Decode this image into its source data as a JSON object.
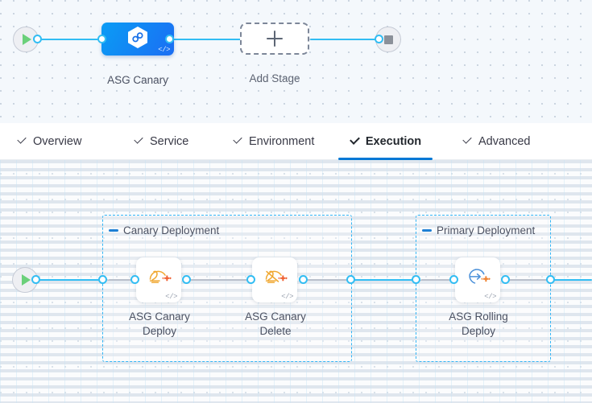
{
  "stage_graph": {
    "start_node": {
      "name": "pipeline-start",
      "icon": "play-icon"
    },
    "end_node": {
      "name": "pipeline-end",
      "icon": "stop-icon"
    },
    "stages": [
      {
        "label": "ASG Canary",
        "icon": "harness-hexagon-icon",
        "code_badge": "</>",
        "selected": true
      },
      {
        "label": "Add Stage",
        "icon": "plus-icon"
      }
    ]
  },
  "tabs": [
    {
      "label": "Overview",
      "active": false,
      "check": true
    },
    {
      "label": "Service",
      "active": false,
      "check": true
    },
    {
      "label": "Environment",
      "active": false,
      "check": true
    },
    {
      "label": "Execution",
      "active": true,
      "check": true
    },
    {
      "label": "Advanced",
      "active": false,
      "check": true
    }
  ],
  "execution_graph": {
    "start_node": {
      "name": "execution-start",
      "icon": "play-icon"
    },
    "groups": [
      {
        "title": "Canary Deployment",
        "steps": [
          {
            "label": "ASG Canary Deploy",
            "line1": "ASG Canary",
            "line2": "Deploy",
            "icon": "asg-canary-deploy-icon",
            "code_badge": "</>"
          },
          {
            "label": "ASG Canary Delete",
            "line1": "ASG Canary",
            "line2": "Delete",
            "icon": "asg-canary-delete-icon",
            "code_badge": "</>"
          }
        ]
      },
      {
        "title": "Primary Deployment",
        "steps": [
          {
            "label": "ASG Rolling Deploy",
            "line1": "ASG Rolling",
            "line2": "Deploy",
            "icon": "asg-rolling-deploy-icon",
            "code_badge": "</>"
          }
        ]
      }
    ]
  },
  "colors": {
    "accent_blue": "#0278d5",
    "connector_blue": "#32bdf3",
    "group_border": "#33b5f5",
    "stage_gradient_from": "#0a9cf5",
    "stage_gradient_to": "#1b6ef3",
    "step_icon_orange": "#f7941e",
    "step_icon_red": "#e8552d",
    "step_icon_blue": "#4a90d9",
    "play_green": "#6bd07a",
    "stop_gray": "#8b9099"
  }
}
